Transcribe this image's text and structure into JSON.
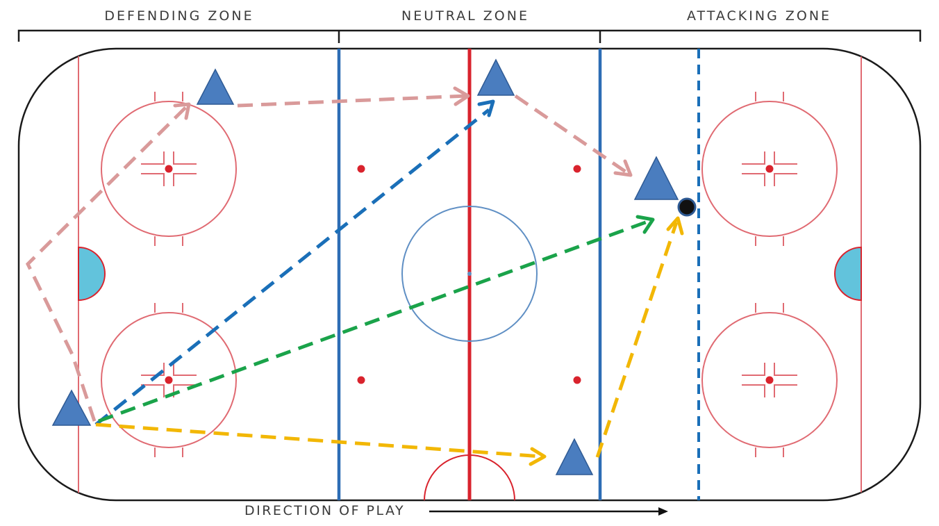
{
  "zones": {
    "defending": "DEFENDING ZONE",
    "neutral": "NEUTRAL ZONE",
    "attacking": "ATTACKING ZONE"
  },
  "direction_label": "DIRECTION OF PLAY",
  "colors": {
    "rink_outline": "#1a1a1a",
    "blue_line": "#2d6db5",
    "red_line": "#d9232d",
    "faceoff_circle": "#e06a72",
    "center_circle": "#5f8fc4",
    "crease": "#62c3dc",
    "player_fill": "#4a7dbf",
    "puck": "#111111",
    "pass_pink": "#d99a9a",
    "pass_blue": "#1a6fb8",
    "pass_green": "#1aa34a",
    "pass_yellow": "#f2b705",
    "dashed_blue_line": "#1a6fb8"
  },
  "legend_icons": {
    "player": "triangle-icon",
    "puck": "puck-icon",
    "direction": "arrow-right-icon"
  }
}
